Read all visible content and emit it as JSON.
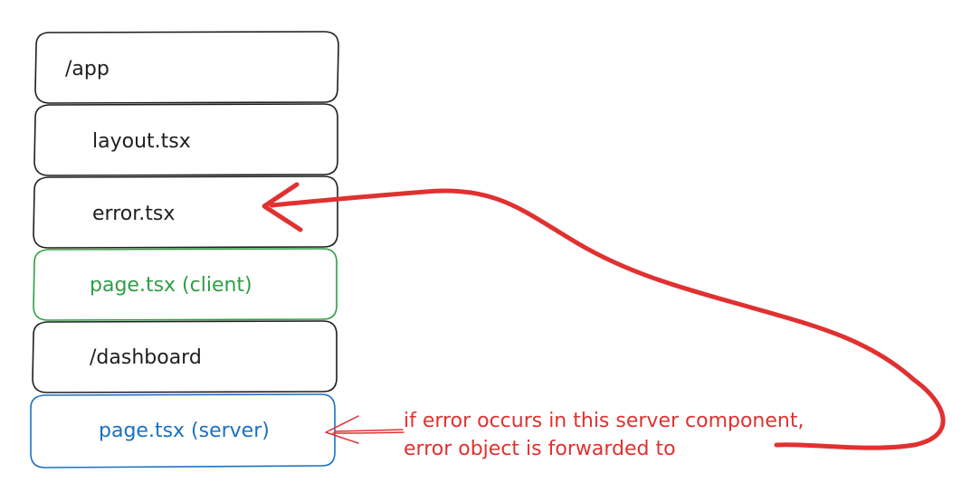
{
  "diagram": {
    "boxes": [
      {
        "label": "/app",
        "color": "#1e1e1e"
      },
      {
        "label": "layout.tsx",
        "color": "#1e1e1e"
      },
      {
        "label": "error.tsx",
        "color": "#1e1e1e"
      },
      {
        "label": "page.tsx (client)",
        "color": "#2f9e44"
      },
      {
        "label": "/dashboard",
        "color": "#1e1e1e"
      },
      {
        "label": "page.tsx (server)",
        "color": "#1971c2"
      }
    ],
    "annotation": {
      "line1": "if error occurs in this server component,",
      "line2": "error object is forwarded to",
      "color": "#e03131"
    }
  }
}
